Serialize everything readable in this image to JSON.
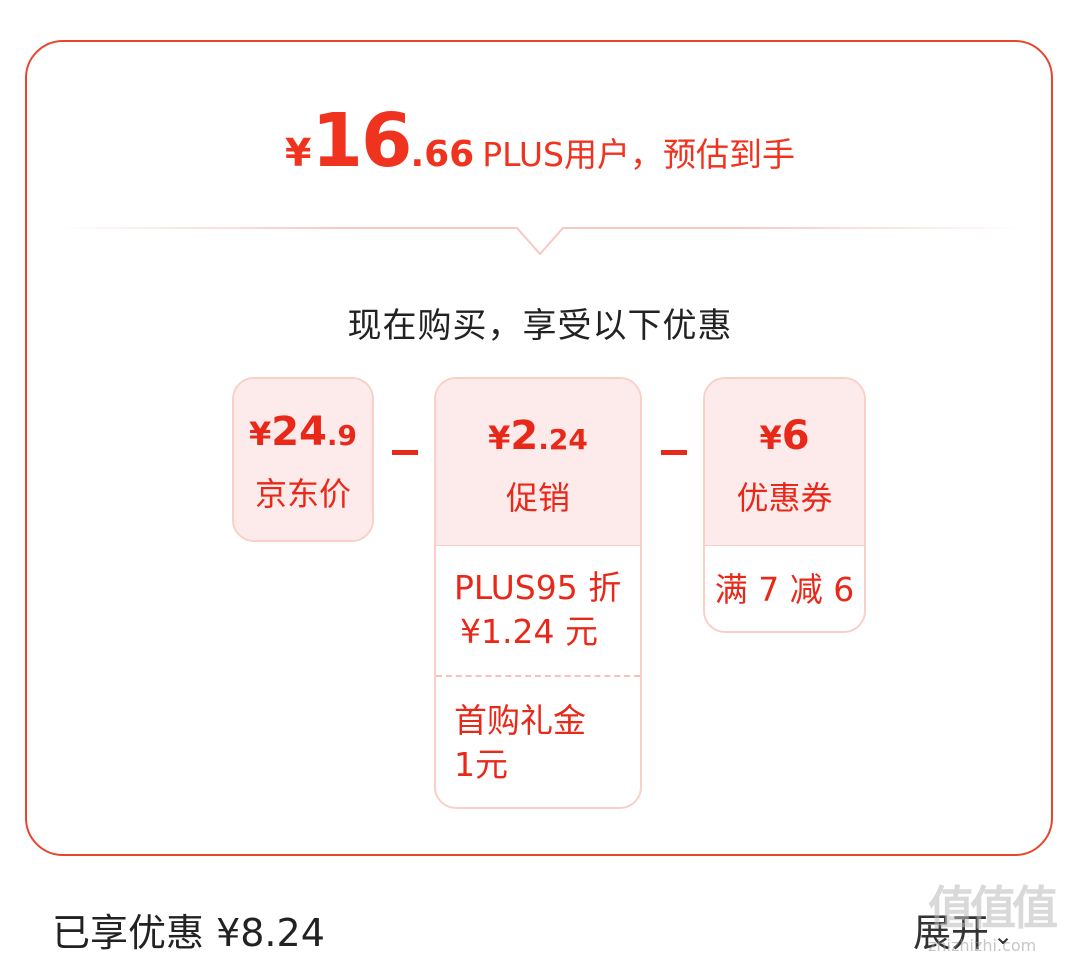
{
  "summary": {
    "currency": "¥",
    "price_int": "16",
    "price_dec": ".66",
    "label": "PLUS用户，预估到手"
  },
  "subtitle": "现在购买，享受以下优惠",
  "breakdown": {
    "jd_price": {
      "yen": "¥",
      "int": "24",
      "dec": ".9",
      "label": "京东价"
    },
    "promo": {
      "yen": "¥",
      "int": "2",
      "dec": ".24",
      "label": "促销",
      "details": [
        {
          "line1": "PLUS95 折",
          "line2": "¥1.24 元"
        },
        {
          "line1": "首购礼金",
          "line2": "1元"
        }
      ]
    },
    "coupon": {
      "yen": "¥",
      "int": "6",
      "dec": "",
      "label": "优惠券",
      "detail": "满 7 减 6"
    }
  },
  "footer": {
    "saved_text": "已享优惠 ¥8.24",
    "expand_label": "展开",
    "expand_icon": "chevron-down-icon"
  },
  "watermark": {
    "glyphs": "值值值",
    "url": "zhizhizhi.com"
  },
  "colors": {
    "accent": "#e8291a",
    "border": "#e8452f",
    "box_bg": "#fdeaea",
    "box_border": "#f8d0c8"
  }
}
